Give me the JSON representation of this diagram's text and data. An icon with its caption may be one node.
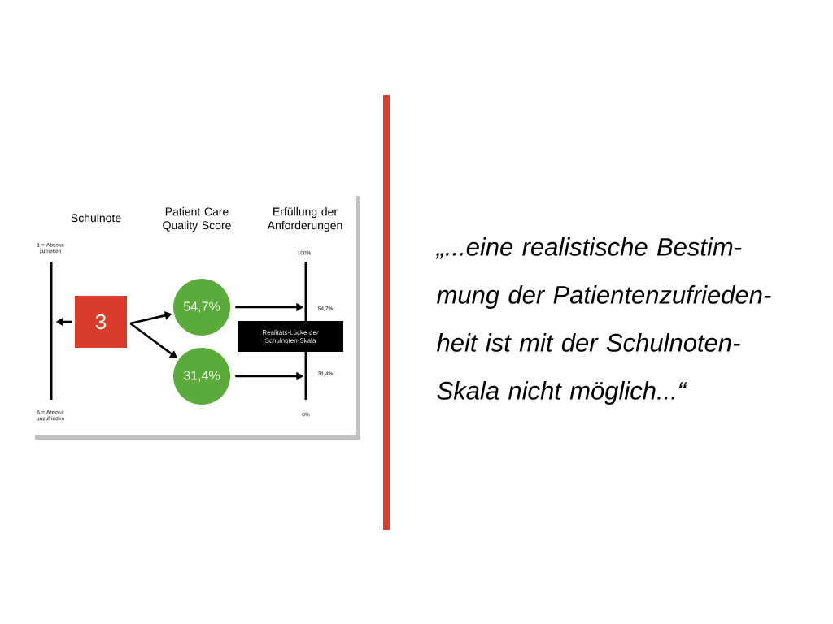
{
  "diagram": {
    "nodes": [
      {
        "text": [],
        "shape": "bar"
      },
      {
        "text": [
          "3"
        ]
      },
      {
        "text": [
          "54,7%"
        ]
      },
      {
        "text": [
          "31,4%"
        ]
      },
      {
        "text": [],
        "shape": "bar"
      },
      {
        "text": [
          "Realitäts-Lücke der Schulnoten-Skala"
        ]
      }
    ],
    "edges": [
      {
        "from": 1,
        "to": 0,
        "arrow": "to"
      },
      {
        "from": 1,
        "to": 2,
        "arrow": "to"
      },
      {
        "from": 1,
        "to": 3,
        "arrow": "to"
      },
      {
        "from": 2,
        "to": 4,
        "arrow": "to"
      },
      {
        "from": 3,
        "to": 4,
        "arrow": "to"
      }
    ],
    "labels": [
      "Schulnote",
      "Patient Care Quality Score",
      "Erfüllung der Anforderungen",
      "1 = Absolut zufrieden",
      "100%",
      "54,7%",
      "31,4%",
      "6 = Absolut unzufrieden",
      "0%",
      "„...eine realistische Bestim- mung der Patientenzufrieden- heit ist mit der Schulnoten- Skala nicht möglich...“"
    ]
  }
}
